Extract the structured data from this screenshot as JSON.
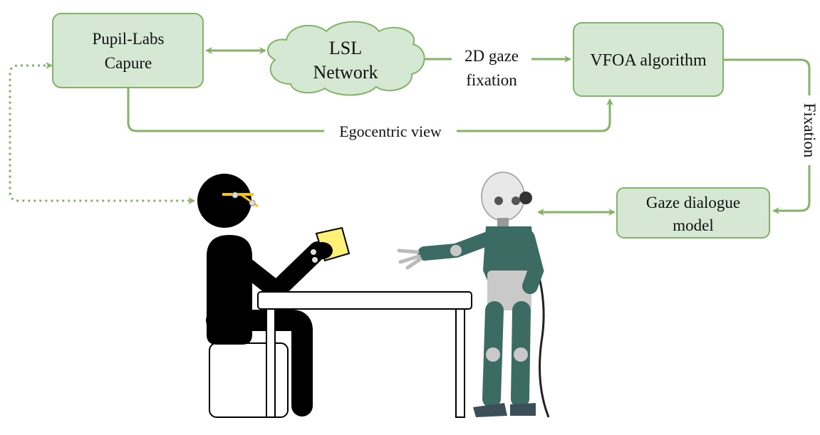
{
  "colors": {
    "box_fill": "#d5e8d4",
    "box_stroke": "#82b366",
    "arrow": "#82b366",
    "text": "#111111",
    "human": "#000000",
    "card": "#fff176",
    "robot_body": "#3b6b63",
    "robot_joint": "#c9c9c9"
  },
  "nodes": {
    "pupil": {
      "line1": "Pupil-Labs",
      "line2": "Capure"
    },
    "lsl": {
      "line1": "LSL",
      "line2": "Network"
    },
    "vfoa": {
      "label": "VFOA algorithm"
    },
    "gaze_dialogue": {
      "line1": "Gaze dialogue",
      "line2": "model"
    }
  },
  "edges": {
    "lsl_to_vfoa": {
      "line1": "2D gaze",
      "line2": "fixation"
    },
    "egocentric": {
      "label": "Egocentric view"
    },
    "fixation": {
      "label": "Fixation"
    }
  },
  "illustration": {
    "human": "human-seated-with-eye-tracker-icon",
    "robot": "humanoid-robot-icon",
    "table": "table-icon",
    "card": "yellow-card-icon"
  }
}
